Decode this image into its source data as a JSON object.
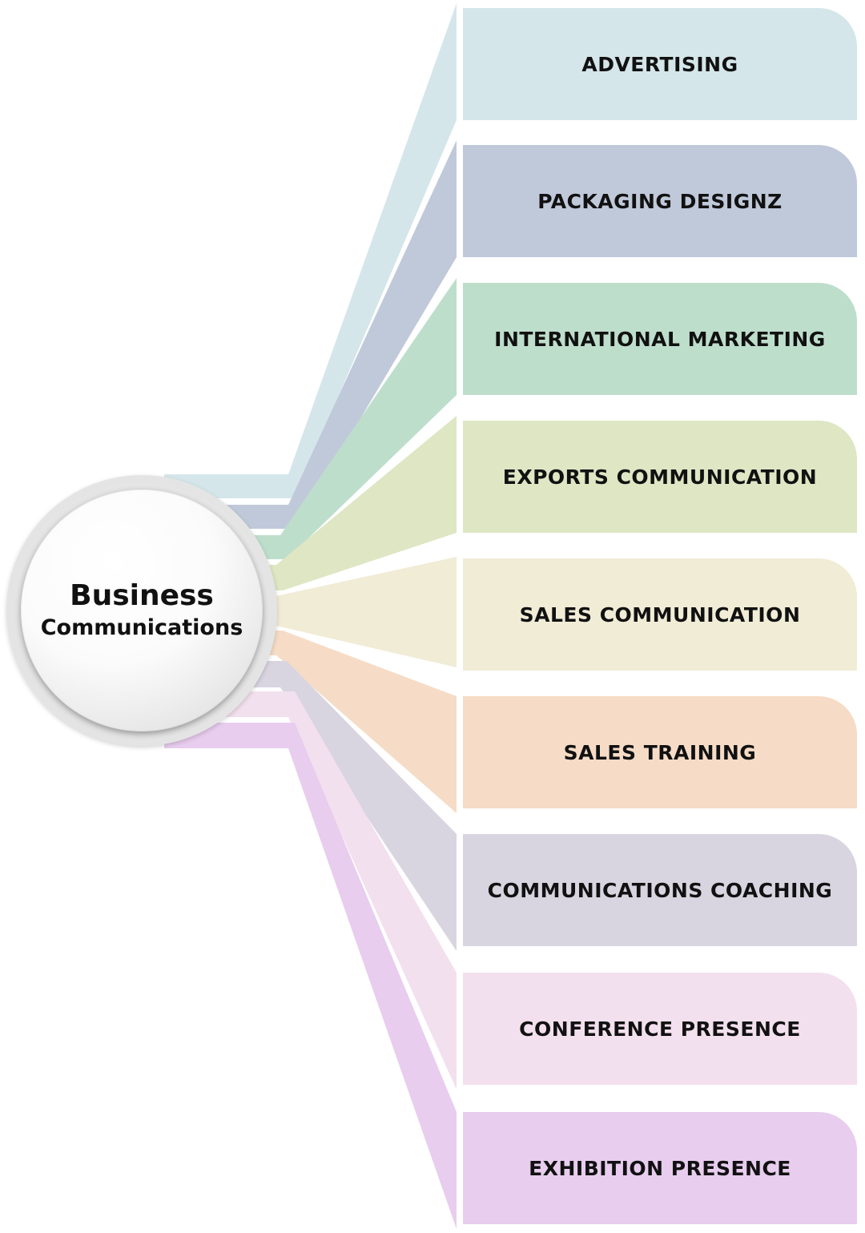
{
  "center": {
    "title": "Business",
    "subtitle": "Communications"
  },
  "branches": [
    {
      "label": "ADVERTISING",
      "color": "#d5e6ea"
    },
    {
      "label": "PACKAGING DESIGNZ",
      "color": "#c0c9da"
    },
    {
      "label": "INTERNATIONAL MARKETING",
      "color": "#bedecc"
    },
    {
      "label": "EXPORTS COMMUNICATION",
      "color": "#dee6c4"
    },
    {
      "label": "SALES COMMUNICATION",
      "color": "#f1ecd6"
    },
    {
      "label": "SALES TRAINING",
      "color": "#f6dcc6"
    },
    {
      "label": "COMMUNICATIONS COACHING",
      "color": "#d8d5e0"
    },
    {
      "label": "CONFERENCE PRESENCE",
      "color": "#f3e0ee"
    },
    {
      "label": "EXHIBITION PRESENCE",
      "color": "#e8cdee"
    }
  ]
}
